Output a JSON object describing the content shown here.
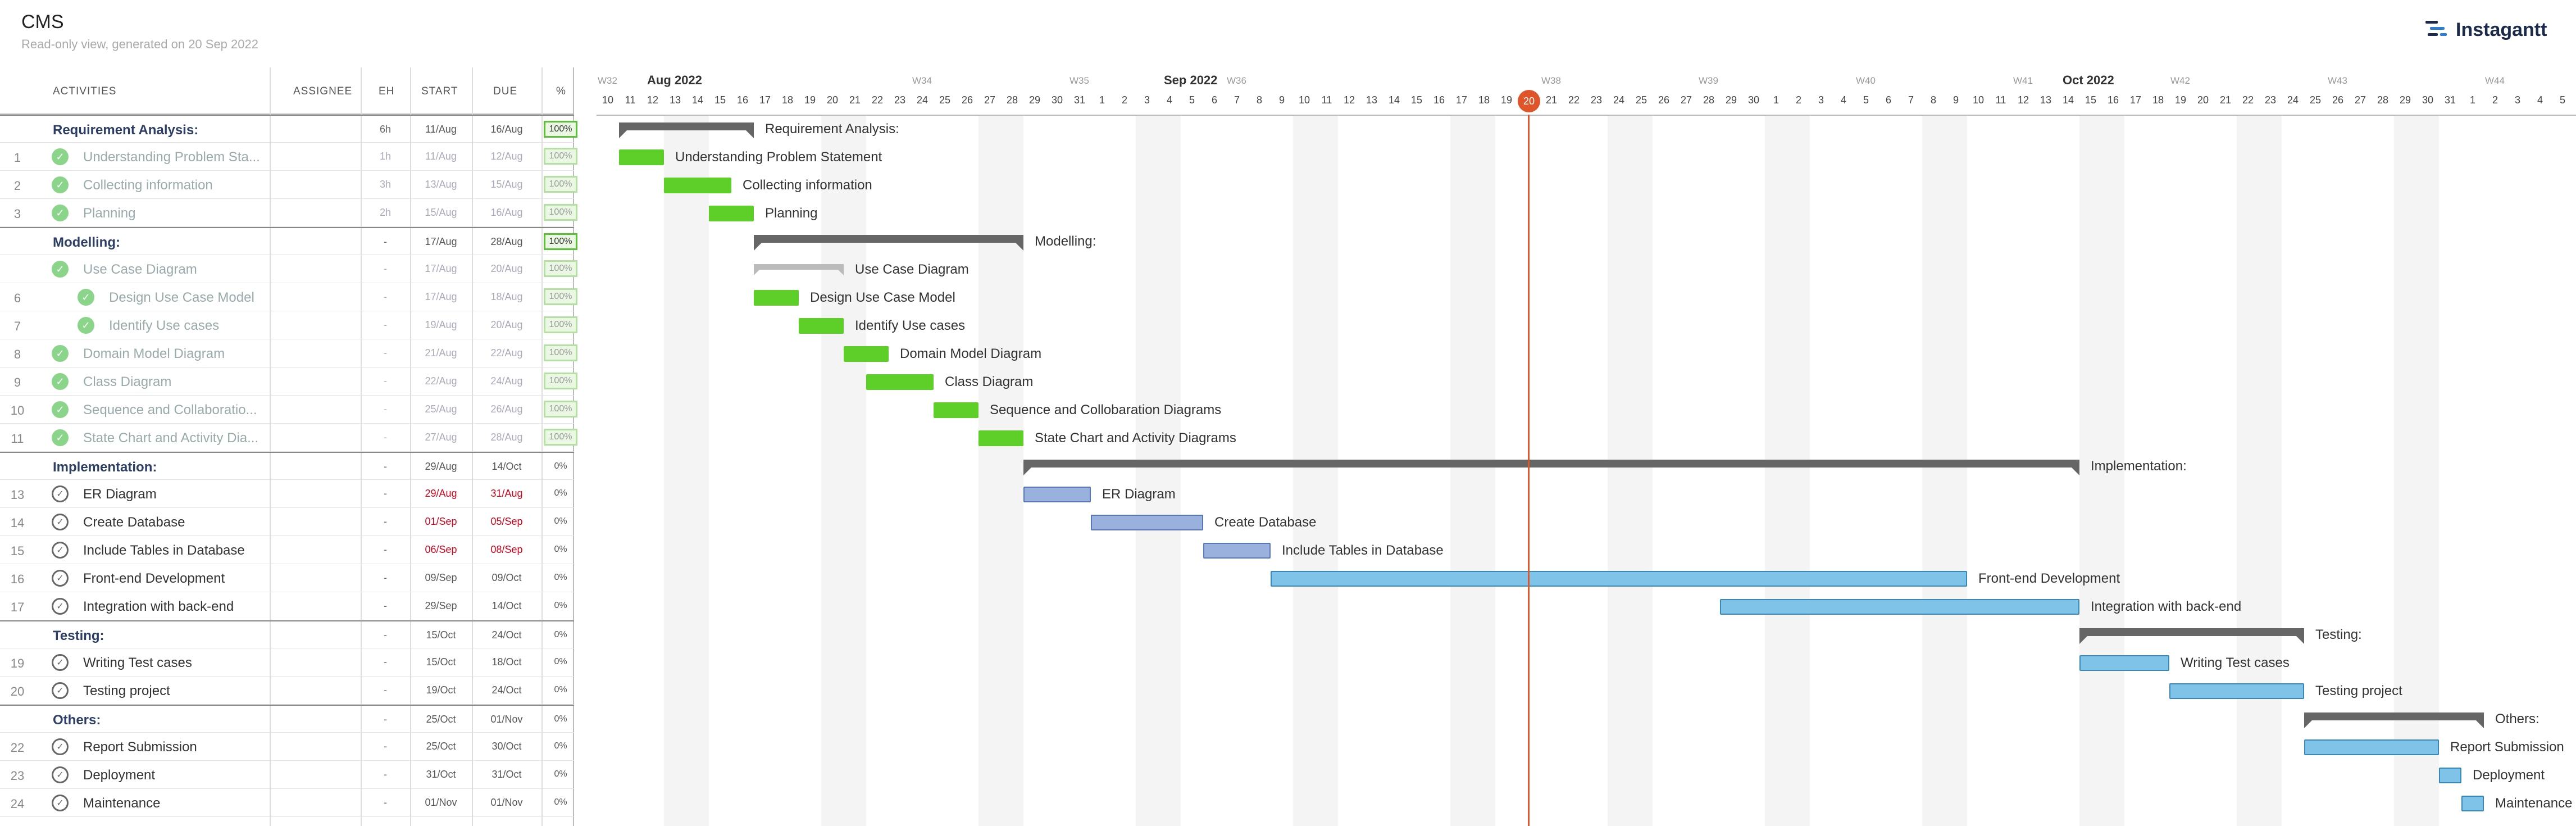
{
  "header": {
    "title": "CMS",
    "subtitle": "Read-only view, generated on 20 Sep 2022",
    "brand": "Instagantt",
    "brand_icon": "instagantt-logo-icon"
  },
  "columns": {
    "activities": "ACTIVITIES",
    "assignee": "ASSIGNEE",
    "eh": "EH",
    "start": "START",
    "due": "DUE",
    "pct": "%"
  },
  "timeline": {
    "months": [
      "Aug 2022",
      "Sep 2022",
      "Oct 2022"
    ],
    "weeks": [
      "W32",
      "W34",
      "W35",
      "W36",
      "W38",
      "W39",
      "W40",
      "W41",
      "W42",
      "W43",
      "W44"
    ],
    "days": [
      "10",
      "11",
      "12",
      "13",
      "14",
      "15",
      "16",
      "17",
      "18",
      "19",
      "20",
      "21",
      "22",
      "23",
      "24",
      "25",
      "26",
      "27",
      "28",
      "29",
      "30",
      "31",
      "1",
      "2",
      "3",
      "4",
      "5",
      "6",
      "7",
      "8",
      "9",
      "10",
      "11",
      "12",
      "13",
      "14",
      "15",
      "16",
      "17",
      "18",
      "19",
      "20",
      "21",
      "22",
      "23",
      "24",
      "25",
      "26",
      "27",
      "28",
      "29",
      "30",
      "1",
      "2",
      "3",
      "4",
      "5",
      "6",
      "7",
      "8",
      "9",
      "10",
      "11",
      "12",
      "13",
      "14",
      "15",
      "16",
      "17",
      "18",
      "19",
      "20",
      "21",
      "22",
      "23",
      "24",
      "25",
      "26",
      "27",
      "28",
      "29",
      "30",
      "31",
      "1",
      "2",
      "3",
      "4",
      "5"
    ],
    "today": "20"
  },
  "rows": [
    {
      "num": "",
      "name": "Requirement Analysis:",
      "group": true,
      "eh": "6h",
      "start": "11/Aug",
      "due": "16/Aug",
      "pct": "100%",
      "status": "done"
    },
    {
      "num": "1",
      "name": "Understanding Problem Sta...",
      "eh": "1h",
      "start": "11/Aug",
      "due": "12/Aug",
      "pct": "100%",
      "status": "done",
      "faded": true
    },
    {
      "num": "2",
      "name": "Collecting information",
      "eh": "3h",
      "start": "13/Aug",
      "due": "15/Aug",
      "pct": "100%",
      "status": "done",
      "faded": true
    },
    {
      "num": "3",
      "name": "Planning",
      "eh": "2h",
      "start": "15/Aug",
      "due": "16/Aug",
      "pct": "100%",
      "status": "done",
      "faded": true
    },
    {
      "num": "",
      "name": "Modelling:",
      "group": true,
      "eh": "-",
      "start": "17/Aug",
      "due": "28/Aug",
      "pct": "100%",
      "status": "done"
    },
    {
      "num": "",
      "name": "Use Case Diagram",
      "eh": "-",
      "start": "17/Aug",
      "due": "20/Aug",
      "pct": "100%",
      "status": "done",
      "faded": true
    },
    {
      "num": "6",
      "name": "Design Use Case Model",
      "eh": "-",
      "start": "17/Aug",
      "due": "18/Aug",
      "pct": "100%",
      "status": "done",
      "faded": true,
      "indent": true
    },
    {
      "num": "7",
      "name": "Identify Use cases",
      "eh": "-",
      "start": "19/Aug",
      "due": "20/Aug",
      "pct": "100%",
      "status": "done",
      "faded": true,
      "indent": true
    },
    {
      "num": "8",
      "name": "Domain Model Diagram",
      "eh": "-",
      "start": "21/Aug",
      "due": "22/Aug",
      "pct": "100%",
      "status": "done",
      "faded": true
    },
    {
      "num": "9",
      "name": "Class Diagram",
      "eh": "-",
      "start": "22/Aug",
      "due": "24/Aug",
      "pct": "100%",
      "status": "done",
      "faded": true
    },
    {
      "num": "10",
      "name": "Sequence and Collaboratio...",
      "eh": "-",
      "start": "25/Aug",
      "due": "26/Aug",
      "pct": "100%",
      "status": "done",
      "faded": true
    },
    {
      "num": "11",
      "name": "State Chart and Activity Dia...",
      "eh": "-",
      "start": "27/Aug",
      "due": "28/Aug",
      "pct": "100%",
      "status": "done",
      "faded": true
    },
    {
      "num": "",
      "name": "Implementation:",
      "group": true,
      "eh": "-",
      "start": "29/Aug",
      "due": "14/Oct",
      "pct": "0%",
      "status": "open"
    },
    {
      "num": "13",
      "name": "ER Diagram",
      "eh": "-",
      "start": "29/Aug",
      "due": "31/Aug",
      "pct": "0%",
      "status": "open",
      "red": true
    },
    {
      "num": "14",
      "name": "Create Database",
      "eh": "-",
      "start": "01/Sep",
      "due": "05/Sep",
      "pct": "0%",
      "status": "open",
      "red": true
    },
    {
      "num": "15",
      "name": "Include Tables in Database",
      "eh": "-",
      "start": "06/Sep",
      "due": "08/Sep",
      "pct": "0%",
      "status": "open",
      "red": true
    },
    {
      "num": "16",
      "name": "Front-end Development",
      "eh": "-",
      "start": "09/Sep",
      "due": "09/Oct",
      "pct": "0%",
      "status": "open"
    },
    {
      "num": "17",
      "name": "Integration with back-end",
      "eh": "-",
      "start": "29/Sep",
      "due": "14/Oct",
      "pct": "0%",
      "status": "open"
    },
    {
      "num": "",
      "name": "Testing:",
      "group": true,
      "eh": "-",
      "start": "15/Oct",
      "due": "24/Oct",
      "pct": "0%",
      "status": "open"
    },
    {
      "num": "19",
      "name": "Writing Test cases",
      "eh": "-",
      "start": "15/Oct",
      "due": "18/Oct",
      "pct": "0%",
      "status": "open"
    },
    {
      "num": "20",
      "name": "Testing project",
      "eh": "-",
      "start": "19/Oct",
      "due": "24/Oct",
      "pct": "0%",
      "status": "open"
    },
    {
      "num": "",
      "name": "Others:",
      "group": true,
      "eh": "-",
      "start": "25/Oct",
      "due": "01/Nov",
      "pct": "0%",
      "status": "open"
    },
    {
      "num": "22",
      "name": "Report Submission",
      "eh": "-",
      "start": "25/Oct",
      "due": "30/Oct",
      "pct": "0%",
      "status": "open"
    },
    {
      "num": "23",
      "name": "Deployment",
      "eh": "-",
      "start": "31/Oct",
      "due": "31/Oct",
      "pct": "0%",
      "status": "open"
    },
    {
      "num": "24",
      "name": "Maintenance",
      "eh": "-",
      "start": "01/Nov",
      "due": "01/Nov",
      "pct": "0%",
      "status": "open"
    }
  ],
  "gantt_labels": [
    "Requirement Analysis:",
    "Understanding Problem Statement",
    "Collecting information",
    "Planning",
    "Modelling:",
    "Use Case Diagram",
    "Design Use Case Model",
    "Identify Use cases",
    "Domain Model Diagram",
    "Class Diagram",
    "Sequence and Collobaration Diagrams",
    "State Chart and Activity Diagrams",
    "Implementation:",
    "ER Diagram",
    "Create Database",
    "Include Tables in Database",
    "Front-end Development",
    "Integration with back-end",
    "Testing:",
    "Writing Test cases",
    "Testing project",
    "Others:",
    "Report Submission",
    "Deployment",
    "Maintenance"
  ],
  "colors": {
    "accent_today": "#e0542a",
    "done_bar": "#5ecf29",
    "open_bar": "#7fc3e8",
    "late_bar": "#9ab1de",
    "group_bracket": "#666666"
  }
}
